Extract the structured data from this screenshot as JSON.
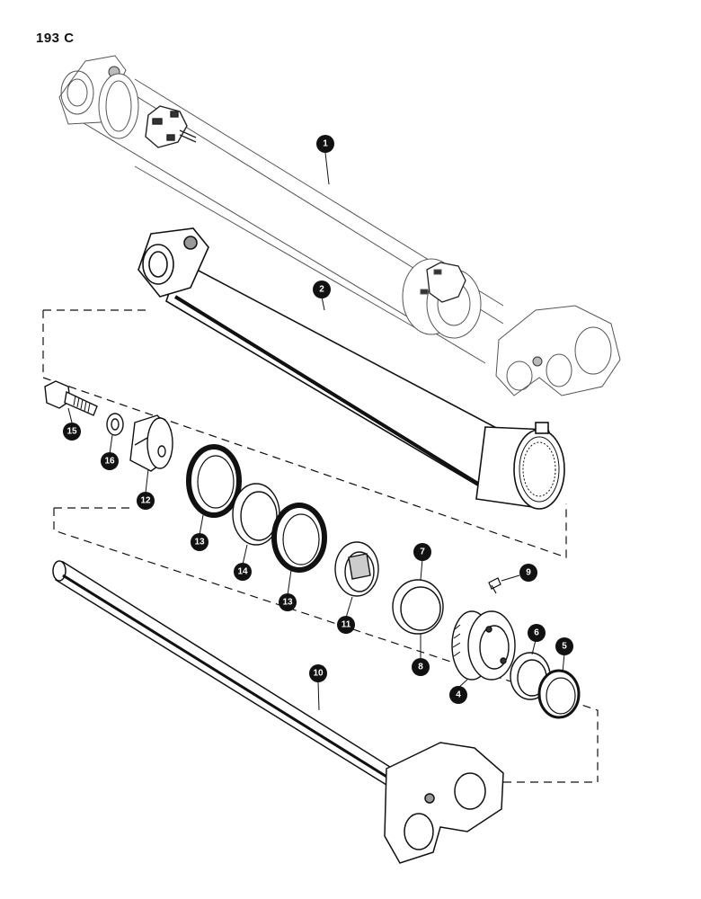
{
  "page_id": "193 C",
  "callouts": [
    {
      "id": "c1",
      "label": "1"
    },
    {
      "id": "c2",
      "label": "2"
    },
    {
      "id": "c15",
      "label": "15"
    },
    {
      "id": "c16",
      "label": "16"
    },
    {
      "id": "c12",
      "label": "12"
    },
    {
      "id": "c13a",
      "label": "13"
    },
    {
      "id": "c14",
      "label": "14"
    },
    {
      "id": "c13b",
      "label": "13"
    },
    {
      "id": "c11",
      "label": "11"
    },
    {
      "id": "c7",
      "label": "7"
    },
    {
      "id": "c8",
      "label": "8"
    },
    {
      "id": "c9",
      "label": "9"
    },
    {
      "id": "c4",
      "label": "4"
    },
    {
      "id": "c6",
      "label": "6"
    },
    {
      "id": "c5",
      "label": "5"
    },
    {
      "id": "c10",
      "label": "10"
    }
  ],
  "colors": {
    "ink": "#111111",
    "fill": "#ffffff",
    "shade": "#cfcfcf"
  }
}
